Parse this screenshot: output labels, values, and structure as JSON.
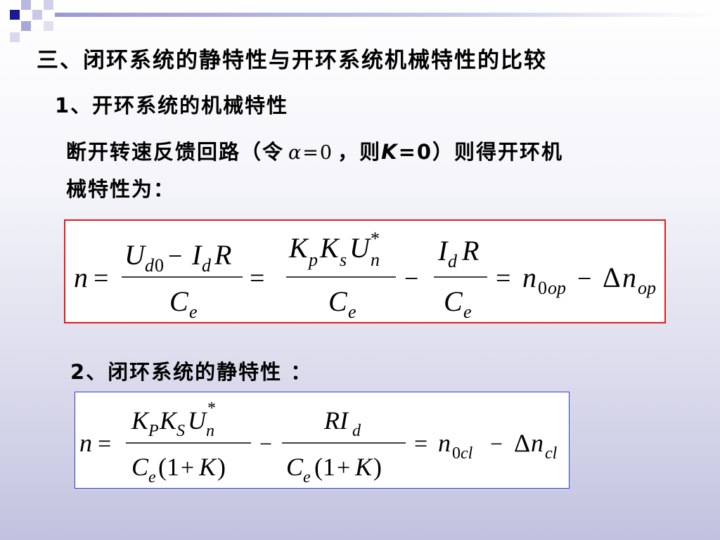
{
  "heading": "三、闭环系统的静特性与开环系统机械特性的比较",
  "section1": {
    "title": "1、开环系统的机械特性",
    "para_part1": "断开转速反馈回路（令",
    "alpha_symbol": "α",
    "alpha_eq": "=0",
    "para_part2": "，则",
    "k_letter": "K",
    "k_eq": "=0）则得开环机",
    "para_line2": "械特性为："
  },
  "section2": {
    "title": "2、闭环系统的静特性 ："
  },
  "colors": {
    "box1_border": "#e21a1a",
    "box2_border": "#2a3fd0",
    "corner_dark": "#1a1a99",
    "corner_light": "#b0b0dd"
  }
}
